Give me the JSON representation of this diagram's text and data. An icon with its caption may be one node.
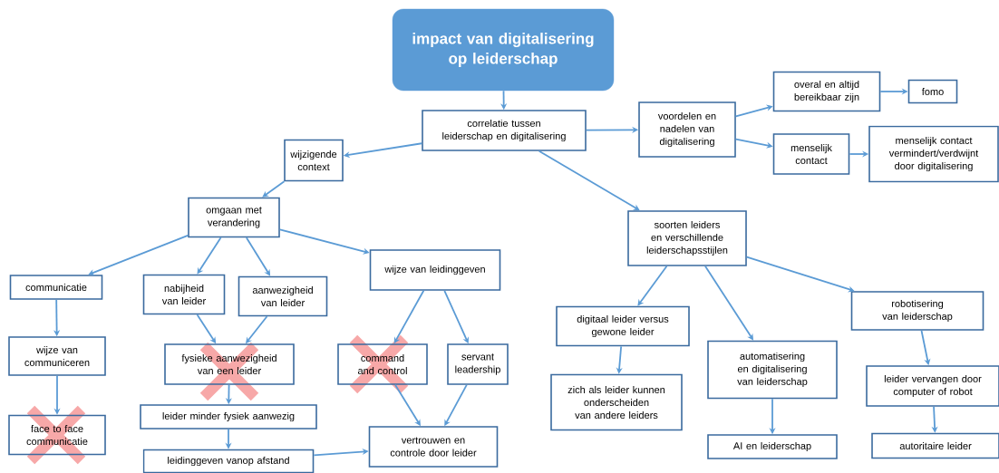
{
  "diagram": {
    "nodes": [
      {
        "text": [
          "impact van digitalisering op leiderschap"
        ]
      },
      {
        "text": [
          "correlatie tussen leiderschap en digitalisering"
        ]
      },
      {
        "text": [
          "wijzigende context"
        ]
      },
      {
        "text": [
          "voordelen en nadelen van digitalisering"
        ]
      },
      {
        "text": [
          "overal en altijd bereikbaar zijn"
        ]
      },
      {
        "text": [
          "fomo"
        ]
      },
      {
        "text": [
          "menselijk contact"
        ]
      },
      {
        "text": [
          "menselijk contact vermindert/verdwijnt door digitalisering"
        ]
      },
      {
        "text": [
          "omgaan met verandering"
        ]
      },
      {
        "text": [
          "soorten leiders en verschillende leiderschapsstijlen"
        ]
      },
      {
        "text": [
          "communicatie"
        ]
      },
      {
        "text": [
          "nabijheid van leider"
        ]
      },
      {
        "text": [
          "aanwezigheid van leider"
        ]
      },
      {
        "text": [
          "wijze van leidinggeven"
        ]
      },
      {
        "text": [
          "digitaal leider versus gewone leider"
        ]
      },
      {
        "text": [
          "robotisering van leiderschap"
        ]
      },
      {
        "text": [
          "wijze van communiceren"
        ]
      },
      {
        "text": [
          "fysieke aanwezigheid van een leider"
        ]
      },
      {
        "text": [
          "command and control"
        ]
      },
      {
        "text": [
          "servant leadership"
        ]
      },
      {
        "text": [
          "zich als leider kunnen onderscheiden van andere leiders"
        ]
      },
      {
        "text": [
          "automatisering en digitalisering van leiderschap"
        ]
      },
      {
        "text": [
          "leider vervangen door computer of robot"
        ]
      },
      {
        "text": [
          "face to face communicatie"
        ]
      },
      {
        "text": [
          "leider minder fysiek aanwezig"
        ]
      },
      {
        "text": [
          "vertrouwen en controle door leider"
        ]
      },
      {
        "text": [
          "leidinggeven vanop afstand"
        ]
      },
      {
        "text": [
          "AI en leiderschap"
        ]
      },
      {
        "text": [
          "autoritaire leider"
        ]
      }
    ],
    "edges": [
      {
        "from": 0,
        "to": 1,
        "arrow": "to"
      },
      {
        "from": 1,
        "to": 2,
        "arrow": "to"
      },
      {
        "from": 1,
        "to": 3,
        "arrow": "to"
      },
      {
        "from": 1,
        "to": 9,
        "arrow": "to"
      },
      {
        "from": 3,
        "to": 4,
        "arrow": "to"
      },
      {
        "from": 3,
        "to": 6,
        "arrow": "to"
      },
      {
        "from": 4,
        "to": 5,
        "arrow": "to"
      },
      {
        "from": 6,
        "to": 7,
        "arrow": "to"
      },
      {
        "from": 2,
        "to": 8,
        "arrow": "to"
      },
      {
        "from": 8,
        "to": 10,
        "arrow": "to"
      },
      {
        "from": 8,
        "to": 11,
        "arrow": "to"
      },
      {
        "from": 8,
        "to": 12,
        "arrow": "to"
      },
      {
        "from": 8,
        "to": 13,
        "arrow": "to"
      },
      {
        "from": 10,
        "to": 16,
        "arrow": "to"
      },
      {
        "from": 16,
        "to": 23,
        "arrow": "to"
      },
      {
        "from": 11,
        "to": 17,
        "arrow": "to"
      },
      {
        "from": 12,
        "to": 17,
        "arrow": "to"
      },
      {
        "from": 17,
        "to": 24,
        "arrow": "to"
      },
      {
        "from": 24,
        "to": 26,
        "arrow": "to"
      },
      {
        "from": 26,
        "to": 25,
        "arrow": "to"
      },
      {
        "from": 13,
        "to": 18,
        "arrow": "to"
      },
      {
        "from": 13,
        "to": 19,
        "arrow": "to"
      },
      {
        "from": 18,
        "to": 25,
        "arrow": "to"
      },
      {
        "from": 19,
        "to": 25,
        "arrow": "to"
      },
      {
        "from": 9,
        "to": 14,
        "arrow": "to"
      },
      {
        "from": 9,
        "to": 21,
        "arrow": "to"
      },
      {
        "from": 9,
        "to": 15,
        "arrow": "to"
      },
      {
        "from": 14,
        "to": 20,
        "arrow": "to"
      },
      {
        "from": 21,
        "to": 27,
        "arrow": "to"
      },
      {
        "from": 15,
        "to": 22,
        "arrow": "to"
      },
      {
        "from": 22,
        "to": 28,
        "arrow": "to"
      }
    ]
  }
}
